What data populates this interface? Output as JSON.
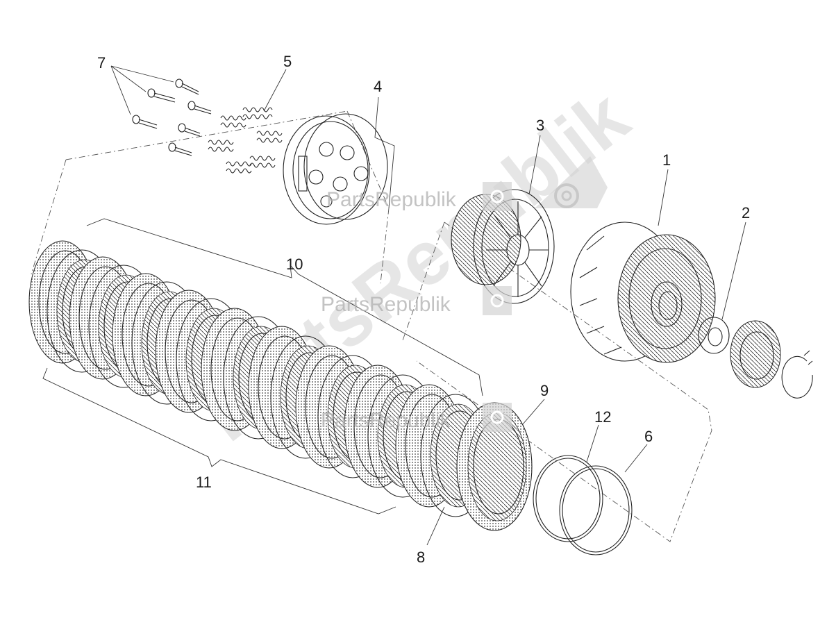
{
  "watermark": {
    "brand_text": "PartsRepublik",
    "diagonal_text": "PartsRepublik"
  },
  "callouts": [
    {
      "id": "1",
      "label": "1"
    },
    {
      "id": "2",
      "label": "2"
    },
    {
      "id": "3",
      "label": "3"
    },
    {
      "id": "4",
      "label": "4"
    },
    {
      "id": "5",
      "label": "5"
    },
    {
      "id": "6",
      "label": "6"
    },
    {
      "id": "7",
      "label": "7"
    },
    {
      "id": "8",
      "label": "8"
    },
    {
      "id": "9",
      "label": "9"
    },
    {
      "id": "10",
      "label": "10"
    },
    {
      "id": "11",
      "label": "11"
    },
    {
      "id": "12",
      "label": "12"
    }
  ],
  "colors": {
    "line": "#222222",
    "watermark": "#b5b5b5",
    "background": "#ffffff"
  }
}
